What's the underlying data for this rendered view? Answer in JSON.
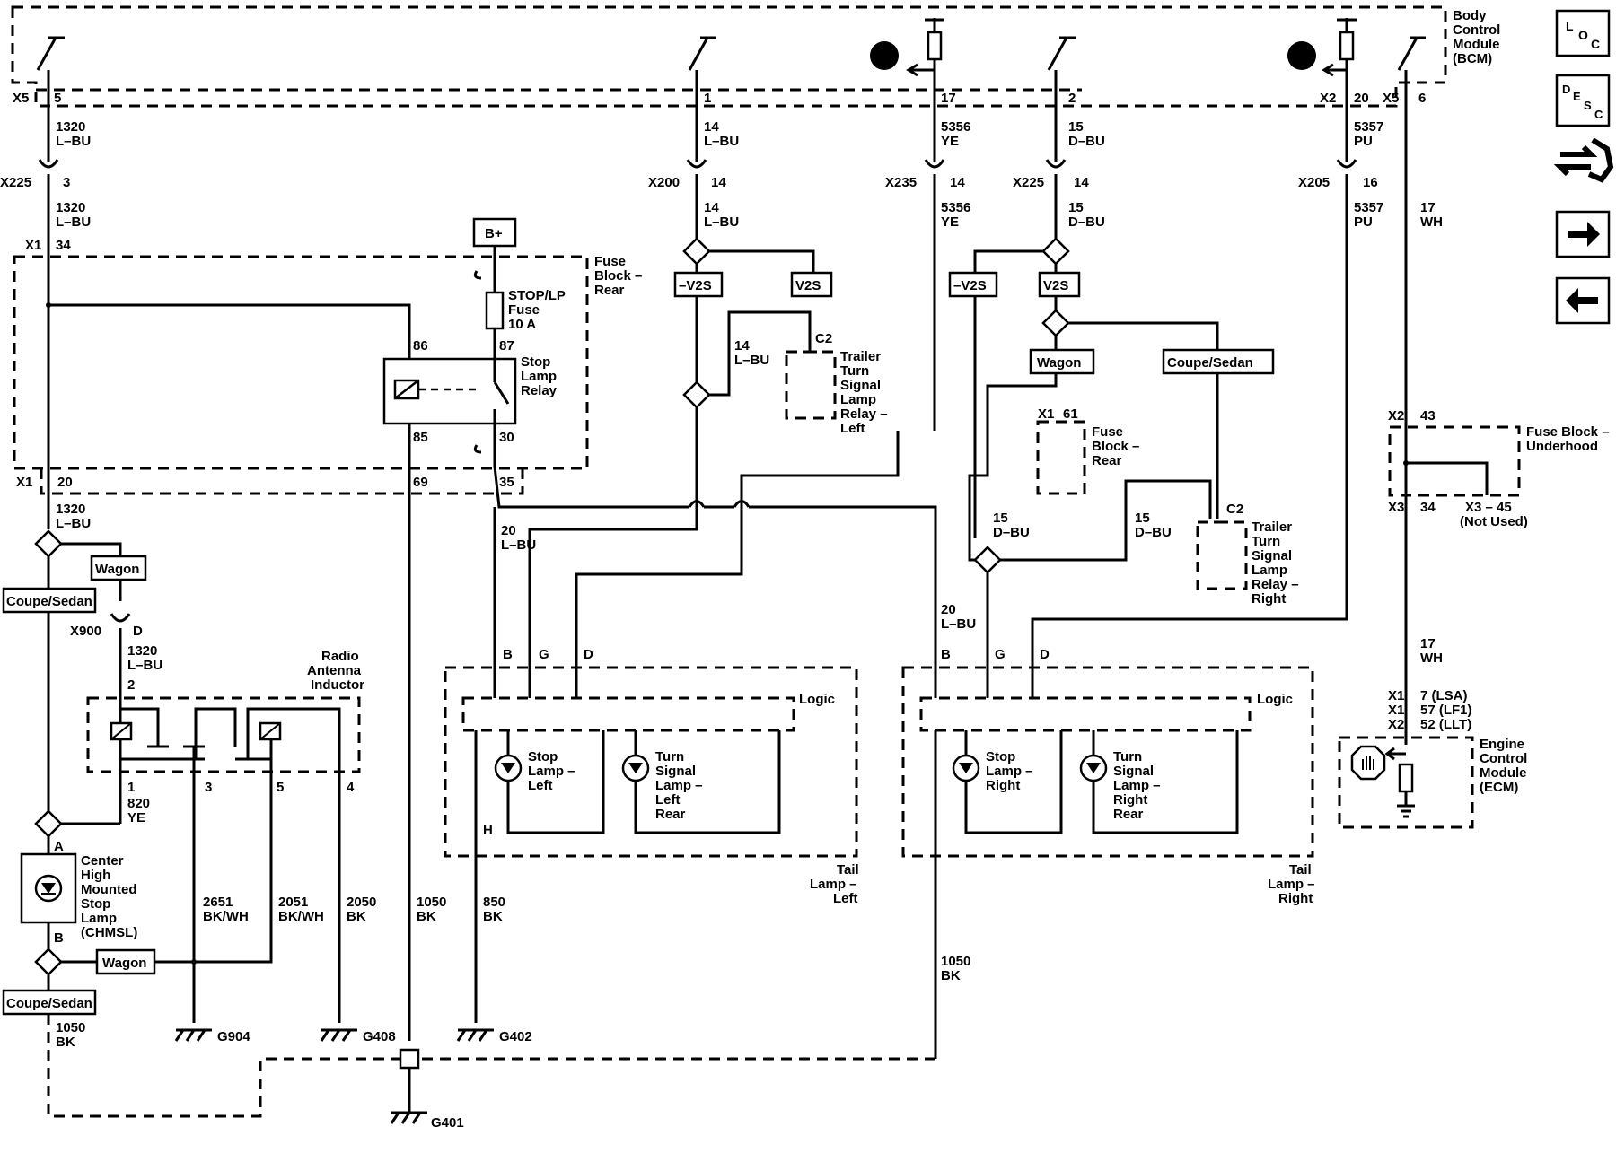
{
  "bcm": {
    "l1": "Body",
    "l2": "Control",
    "l3": "Module",
    "l4": "(BCM)"
  },
  "top_pins": [
    {
      "conn": "X5",
      "pin": "5",
      "circuit": "1320",
      "color": "L–BU"
    },
    {
      "conn": "",
      "pin": "1",
      "circuit": "14",
      "color": "L–BU"
    },
    {
      "conn": "",
      "pin": "17",
      "circuit": "5356",
      "color": "YE"
    },
    {
      "conn": "",
      "pin": "2",
      "circuit": "15",
      "color": "D–BU"
    },
    {
      "conn": "X2",
      "pin": "20",
      "circuit": "5357",
      "color": "PU"
    },
    {
      "conn": "X5",
      "pin": "6",
      "circuit": "",
      "color": ""
    }
  ],
  "inline_conns": [
    {
      "conn": "X225",
      "pin": "3",
      "circuit": "1320",
      "color": "L–BU"
    },
    {
      "conn": "X200",
      "pin": "14",
      "circuit": "14",
      "color": "L–BU"
    },
    {
      "conn": "X235",
      "pin": "14",
      "circuit": "5356",
      "color": "YE"
    },
    {
      "conn": "X225",
      "pin": "14",
      "circuit": "15",
      "color": "D–BU"
    },
    {
      "conn": "X205",
      "pin": "16",
      "circuit": "5357",
      "color": "PU"
    },
    {
      "conn": "",
      "pin": "",
      "circuit": "17",
      "color": "WH"
    }
  ],
  "bplus": "B+",
  "fuse_block_rear": {
    "l1": "Fuse",
    "l2": "Block –",
    "l3": "Rear",
    "x1": "X1",
    "p34": "34",
    "p20": "20"
  },
  "fuse": {
    "l1": "STOP/LP",
    "l2": "Fuse",
    "l3": "10 A"
  },
  "relay": {
    "l1": "Stop",
    "l2": "Lamp",
    "l3": "Relay",
    "p86": "86",
    "p87": "87",
    "p85": "85",
    "p30": "30",
    "p69": "69",
    "p35": "35"
  },
  "options": {
    "v2s_neg": "–V2S",
    "v2s": "V2S",
    "wagon": "Wagon",
    "coupe": "Coupe/Sedan"
  },
  "trailer_left": {
    "c2": "C2",
    "l1": "Trailer",
    "l2": "Turn",
    "l3": "Signal",
    "l4": "Lamp",
    "l5": "Relay –",
    "l6": "Left",
    "circuit": "14",
    "color": "L–BU"
  },
  "trailer_right": {
    "c2": "C2",
    "l1": "Trailer",
    "l2": "Turn",
    "l3": "Signal",
    "l4": "Lamp",
    "l5": "Relay –",
    "l6": "Right",
    "circuit": "15",
    "color": "D–BU"
  },
  "fuse_rear_small": {
    "x1": "X1",
    "pin": "61",
    "l1": "Fuse",
    "l2": "Block –",
    "l3": "Rear"
  },
  "wire_labels": {
    "w1320": "1320",
    "lbu": "L–BU",
    "w20": "20",
    "w15": "15",
    "dbu": "D–BU",
    "x900": "X900",
    "pD": "D",
    "w1320b": "1320",
    "p2": "2",
    "w820": "820",
    "ye": "YE",
    "pA": "A",
    "pB": "B",
    "p1": "1",
    "p3": "3",
    "p5": "5",
    "p4": "4",
    "w2651": "2651",
    "bkwh": "BK/WH",
    "w2051": "2051",
    "bkwh2": "BK/WH",
    "w2050": "2050",
    "bk": "BK",
    "w1050": "1050",
    "bk2": "BK",
    "w850": "850",
    "bk3": "BK",
    "w1050b": "1050",
    "bk4": "BK",
    "w1050c": "1050",
    "bk5": "BK",
    "w20b": "20",
    "lbu2": "L–BU",
    "w17b": "17",
    "wh2": "WH"
  },
  "radio": {
    "l1": "Radio",
    "l2": "Antenna",
    "l3": "Inductor"
  },
  "chmsl": {
    "l1": "Center",
    "l2": "High",
    "l3": "Mounted",
    "l4": "Stop",
    "l5": "Lamp",
    "l6": "(CHMSL)"
  },
  "tail_left": {
    "b": "B",
    "g": "G",
    "d": "D",
    "h": "H",
    "logic": "Logic",
    "stop": [
      "Stop",
      "Lamp –",
      "Left"
    ],
    "turn": [
      "Turn",
      "Signal",
      "Lamp –",
      "Left",
      "Rear"
    ],
    "name": [
      "Tail",
      "Lamp –",
      "Left"
    ]
  },
  "tail_right": {
    "b": "B",
    "g": "G",
    "d": "D",
    "logic": "Logic",
    "stop": [
      "Stop",
      "Lamp –",
      "Right"
    ],
    "turn": [
      "Turn",
      "Signal",
      "Lamp –",
      "Right",
      "Rear"
    ],
    "name": [
      "Tail",
      "Lamp –",
      "Right"
    ]
  },
  "grounds": {
    "g904": "G904",
    "g408": "G408",
    "g402": "G402",
    "g401": "G401"
  },
  "fuse_underhood": {
    "x2": "X2",
    "p43": "43",
    "l1": "Fuse Block –",
    "l2": "Underhood",
    "x3": "X3",
    "p34": "34",
    "x345": "X3 – 45",
    "notused": "(Not Used)"
  },
  "ecm": {
    "x1a": "X1",
    "pa": "7 (LSA)",
    "x1b": "X1",
    "pb": "57 (LF1)",
    "x2": "X2",
    "pc": "52 (LLT)",
    "l1": "Engine",
    "l2": "Control",
    "l3": "Module",
    "l4": "(ECM)"
  },
  "nav": {
    "loc": [
      "L",
      "O",
      "C"
    ],
    "desc": [
      "D",
      "E",
      "S",
      "C"
    ]
  }
}
